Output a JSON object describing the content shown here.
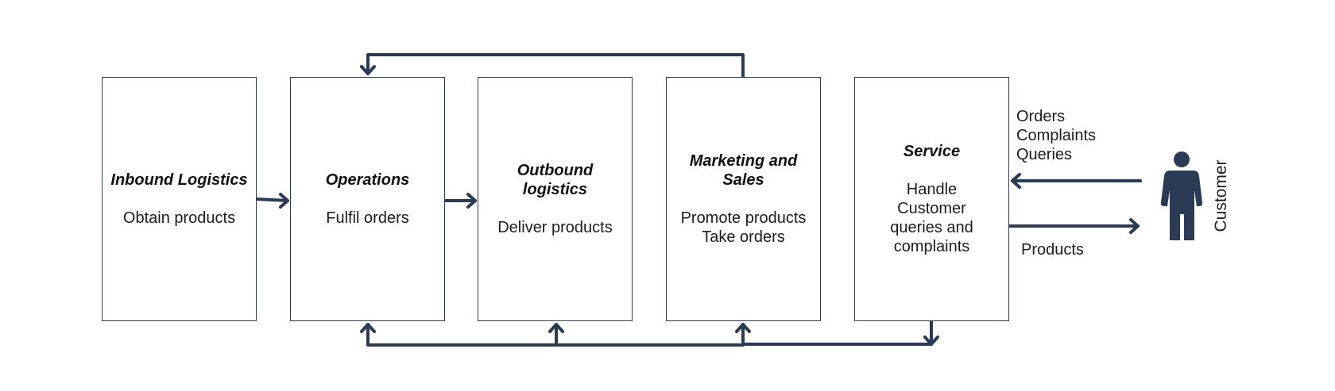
{
  "boxes": [
    {
      "title": "Inbound Logistics",
      "description": "Obtain products"
    },
    {
      "title": "Operations",
      "description": "Fulfil orders"
    },
    {
      "title": "Outbound logistics",
      "description": "Deliver products"
    },
    {
      "title": "Marketing and Sales",
      "description": "Promote products\nTake orders"
    },
    {
      "title": "Service",
      "description": "Handle Customer queries and complaints"
    }
  ],
  "customer": {
    "label": "Customer",
    "inputs": [
      "Orders",
      "Complaints",
      "Queries"
    ],
    "output": "Products"
  },
  "colors": {
    "line": "#2b3a55",
    "text": "#1c1c1c"
  }
}
